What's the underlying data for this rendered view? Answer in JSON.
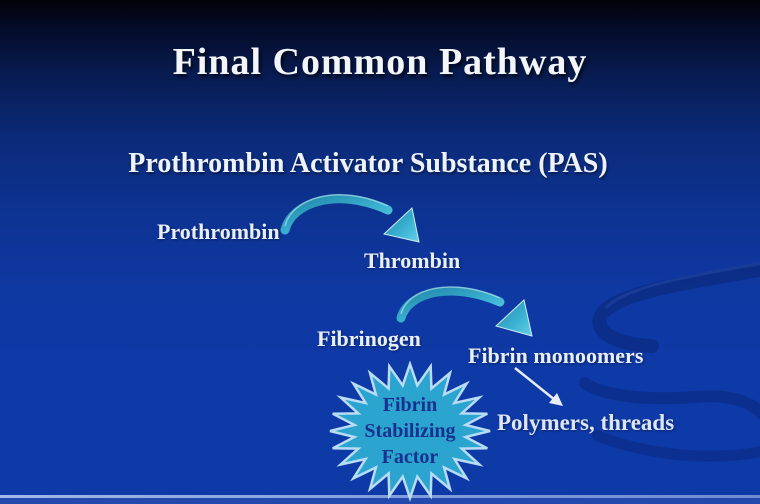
{
  "slide": {
    "title": "Final Common Pathway",
    "subtitle": "Prothrombin Activator Substance (PAS)",
    "labels": {
      "prothrombin": "Prothrombin",
      "thrombin": "Thrombin",
      "fibrinogen": "Fibrinogen",
      "fibrin_monoomers": "Fibrin monoomers",
      "polymers_threads": "Polymers, threads"
    },
    "starburst": {
      "line1": "Fibrin",
      "line2": "Stabilizing",
      "line3": "Factor"
    },
    "icons": {
      "arrow_prothrombin_thrombin": "curved-arrow",
      "arrow_fibrinogen_monoomers": "curved-arrow",
      "arrow_monoomers_polymers": "straight-arrow",
      "background_motif": "swirl-ribbon"
    },
    "colors": {
      "bg_top": "#010209",
      "bg_bottom": "#0e3aa8",
      "title_text": "#f3f5fb",
      "body_text": "#e9eefb",
      "arrow_teal_dark": "#1f86a8",
      "arrow_teal_light": "#66d0e8",
      "starburst_fill": "#2ba4cf",
      "starburst_outline": "#b8dcf4",
      "starburst_text": "#18308e",
      "footer_line": "#8fa9e0",
      "footer_strip": "#2349ae"
    }
  }
}
